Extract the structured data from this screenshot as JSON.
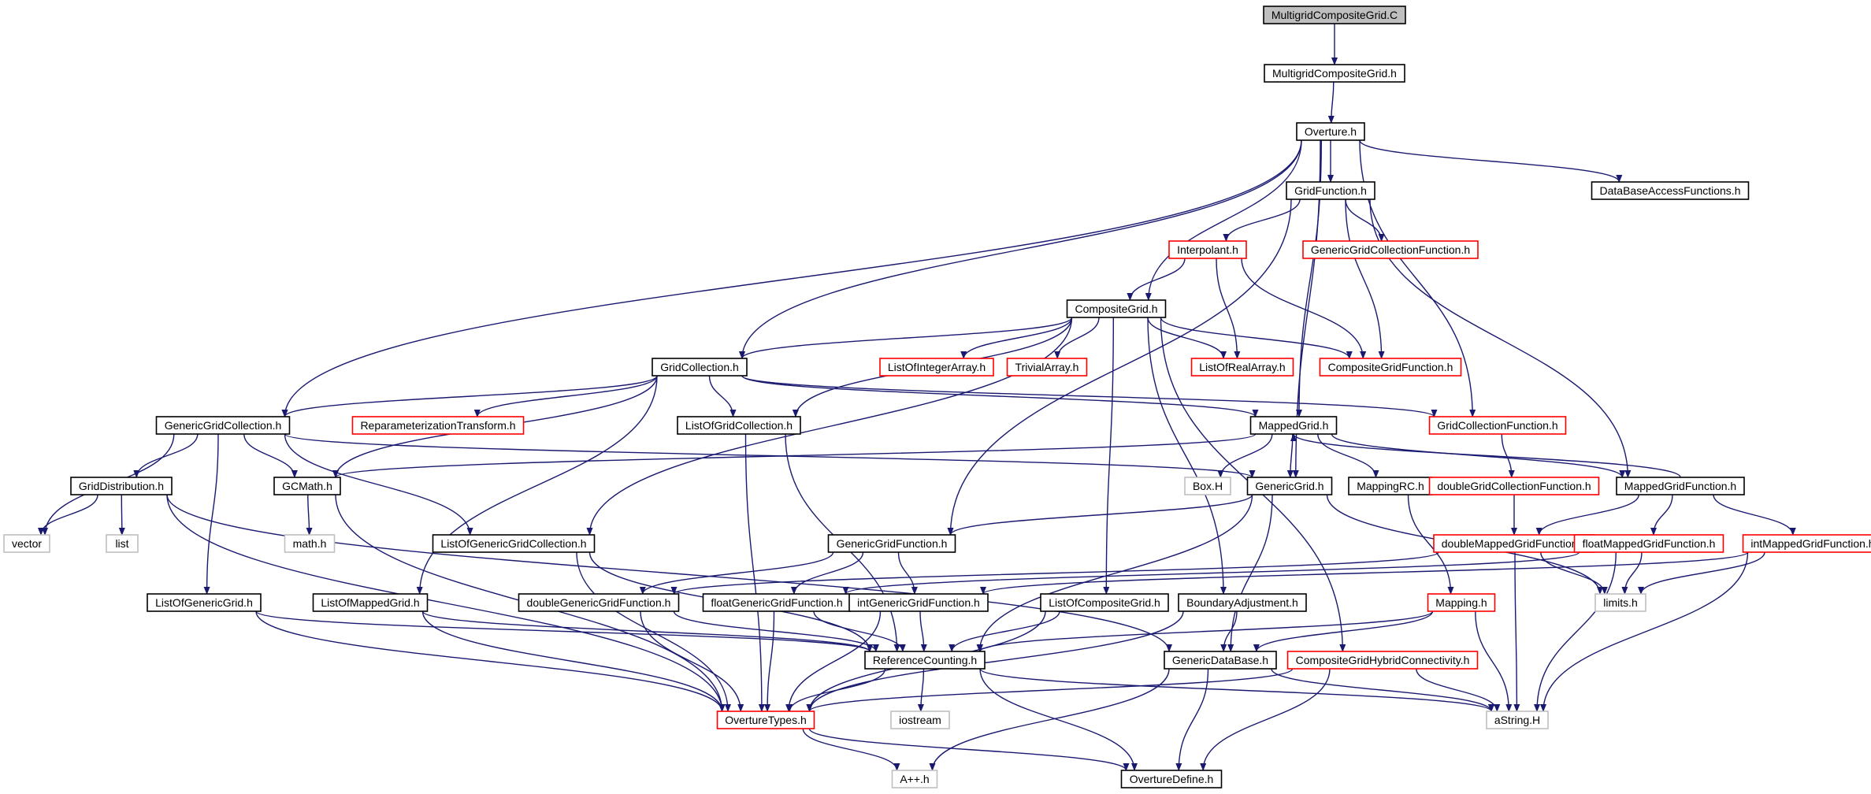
{
  "colors": {
    "edge": "#191970",
    "root_fill": "#bfbfbf",
    "normal_border": "#000000",
    "truncated_border": "#ff0000",
    "external_border": "#bfbfbf"
  },
  "nodes": [
    {
      "id": "mgc_C",
      "label": "MultigridCompositeGrid.C",
      "kind": "root"
    },
    {
      "id": "mgc_h",
      "label": "MultigridCompositeGrid.h",
      "kind": "normal"
    },
    {
      "id": "overture",
      "label": "Overture.h",
      "kind": "normal"
    },
    {
      "id": "gridfunc",
      "label": "GridFunction.h",
      "kind": "normal"
    },
    {
      "id": "dbaf",
      "label": "DataBaseAccessFunctions.h",
      "kind": "normal"
    },
    {
      "id": "interp",
      "label": "Interpolant.h",
      "kind": "truncated"
    },
    {
      "id": "ggcf",
      "label": "GenericGridCollectionFunction.h",
      "kind": "truncated"
    },
    {
      "id": "compgrid",
      "label": "CompositeGrid.h",
      "kind": "normal"
    },
    {
      "id": "gridcoll",
      "label": "GridCollection.h",
      "kind": "normal"
    },
    {
      "id": "loia",
      "label": "ListOfIntegerArray.h",
      "kind": "truncated"
    },
    {
      "id": "trivial",
      "label": "TrivialArray.h",
      "kind": "truncated"
    },
    {
      "id": "lora",
      "label": "ListOfRealArray.h",
      "kind": "truncated"
    },
    {
      "id": "cgf",
      "label": "CompositeGridFunction.h",
      "kind": "truncated"
    },
    {
      "id": "ggc",
      "label": "GenericGridCollection.h",
      "kind": "normal"
    },
    {
      "id": "reparam",
      "label": "ReparameterizationTransform.h",
      "kind": "truncated"
    },
    {
      "id": "logc",
      "label": "ListOfGridCollection.h",
      "kind": "normal"
    },
    {
      "id": "mappedgrid",
      "label": "MappedGrid.h",
      "kind": "normal"
    },
    {
      "id": "gcf",
      "label": "GridCollectionFunction.h",
      "kind": "truncated"
    },
    {
      "id": "griddist",
      "label": "GridDistribution.h",
      "kind": "normal"
    },
    {
      "id": "gcmath",
      "label": "GCMath.h",
      "kind": "normal"
    },
    {
      "id": "boxh",
      "label": "Box.H",
      "kind": "external"
    },
    {
      "id": "genericgrid",
      "label": "GenericGrid.h",
      "kind": "normal"
    },
    {
      "id": "mappingrc",
      "label": "MappingRC.h",
      "kind": "normal"
    },
    {
      "id": "dggcf",
      "label": "doubleGridCollectionFunction.h",
      "kind": "truncated"
    },
    {
      "id": "mgf",
      "label": "MappedGridFunction.h",
      "kind": "normal"
    },
    {
      "id": "vector",
      "label": "vector",
      "kind": "external"
    },
    {
      "id": "list",
      "label": "list",
      "kind": "external"
    },
    {
      "id": "mathh",
      "label": "math.h",
      "kind": "external"
    },
    {
      "id": "loggc",
      "label": "ListOfGenericGridCollection.h",
      "kind": "normal"
    },
    {
      "id": "ggf",
      "label": "GenericGridFunction.h",
      "kind": "normal"
    },
    {
      "id": "dmgf",
      "label": "doubleMappedGridFunction.h",
      "kind": "truncated"
    },
    {
      "id": "fmgf",
      "label": "floatMappedGridFunction.h",
      "kind": "truncated"
    },
    {
      "id": "imgf",
      "label": "intMappedGridFunction.h",
      "kind": "truncated"
    },
    {
      "id": "logg",
      "label": "ListOfGenericGrid.h",
      "kind": "normal"
    },
    {
      "id": "lomg",
      "label": "ListOfMappedGrid.h",
      "kind": "normal"
    },
    {
      "id": "dggf",
      "label": "doubleGenericGridFunction.h",
      "kind": "normal"
    },
    {
      "id": "fggf",
      "label": "floatGenericGridFunction.h",
      "kind": "normal"
    },
    {
      "id": "iggf",
      "label": "intGenericGridFunction.h",
      "kind": "normal"
    },
    {
      "id": "locg",
      "label": "ListOfCompositeGrid.h",
      "kind": "normal"
    },
    {
      "id": "badj",
      "label": "BoundaryAdjustment.h",
      "kind": "normal"
    },
    {
      "id": "mapping",
      "label": "Mapping.h",
      "kind": "truncated"
    },
    {
      "id": "limits",
      "label": "limits.h",
      "kind": "external"
    },
    {
      "id": "refcount",
      "label": "ReferenceCounting.h",
      "kind": "normal"
    },
    {
      "id": "gdb",
      "label": "GenericDataBase.h",
      "kind": "normal"
    },
    {
      "id": "cghc",
      "label": "CompositeGridHybridConnectivity.h",
      "kind": "truncated"
    },
    {
      "id": "ovtypes",
      "label": "OvertureTypes.h",
      "kind": "truncated"
    },
    {
      "id": "iostream",
      "label": "iostream",
      "kind": "external"
    },
    {
      "id": "astring",
      "label": "aString.H",
      "kind": "external"
    },
    {
      "id": "app",
      "label": "A++.h",
      "kind": "external"
    },
    {
      "id": "ovdefine",
      "label": "OvertureDefine.h",
      "kind": "normal"
    }
  ],
  "edges": [
    [
      "mgc_C",
      "mgc_h"
    ],
    [
      "mgc_h",
      "overture"
    ],
    [
      "overture",
      "gridfunc"
    ],
    [
      "overture",
      "dbaf"
    ],
    [
      "overture",
      "compgrid"
    ],
    [
      "overture",
      "gridcoll"
    ],
    [
      "overture",
      "ggc"
    ],
    [
      "overture",
      "mappedgrid"
    ],
    [
      "overture",
      "gcf"
    ],
    [
      "overture",
      "genericgrid"
    ],
    [
      "gridfunc",
      "interp"
    ],
    [
      "gridfunc",
      "ggcf"
    ],
    [
      "gridfunc",
      "cgf"
    ],
    [
      "gridfunc",
      "ggf"
    ],
    [
      "gridfunc",
      "mgf"
    ],
    [
      "interp",
      "compgrid"
    ],
    [
      "interp",
      "lora"
    ],
    [
      "interp",
      "cgf"
    ],
    [
      "compgrid",
      "gridcoll"
    ],
    [
      "compgrid",
      "loia"
    ],
    [
      "compgrid",
      "trivial"
    ],
    [
      "compgrid",
      "lora"
    ],
    [
      "compgrid",
      "cgf"
    ],
    [
      "compgrid",
      "logc"
    ],
    [
      "compgrid",
      "loggc"
    ],
    [
      "compgrid",
      "locg"
    ],
    [
      "compgrid",
      "badj"
    ],
    [
      "compgrid",
      "cghc"
    ],
    [
      "gridcoll",
      "ggc"
    ],
    [
      "gridcoll",
      "reparam"
    ],
    [
      "gridcoll",
      "logc"
    ],
    [
      "gridcoll",
      "mappedgrid"
    ],
    [
      "gridcoll",
      "gcf"
    ],
    [
      "gridcoll",
      "gcmath"
    ],
    [
      "gridcoll",
      "lomg"
    ],
    [
      "ggc",
      "griddist"
    ],
    [
      "ggc",
      "gcmath"
    ],
    [
      "ggc",
      "genericgrid"
    ],
    [
      "ggc",
      "vector"
    ],
    [
      "ggc",
      "logg"
    ],
    [
      "ggc",
      "loggc"
    ],
    [
      "logc",
      "ovtypes"
    ],
    [
      "logc",
      "refcount"
    ],
    [
      "mappedgrid",
      "boxh"
    ],
    [
      "mappedgrid",
      "genericgrid"
    ],
    [
      "mappedgrid",
      "mappingrc"
    ],
    [
      "mappedgrid",
      "mgf"
    ],
    [
      "mappedgrid",
      "gcmath"
    ],
    [
      "gcf",
      "dggcf"
    ],
    [
      "griddist",
      "vector"
    ],
    [
      "griddist",
      "list"
    ],
    [
      "griddist",
      "ovtypes"
    ],
    [
      "griddist",
      "gdb"
    ],
    [
      "gcmath",
      "mathh"
    ],
    [
      "gcmath",
      "ovtypes"
    ],
    [
      "genericgrid",
      "ggf"
    ],
    [
      "genericgrid",
      "refcount"
    ],
    [
      "genericgrid",
      "gdb"
    ],
    [
      "genericgrid",
      "limits"
    ],
    [
      "mappingrc",
      "mapping"
    ],
    [
      "dggcf",
      "dmgf"
    ],
    [
      "mgf",
      "mappedgrid"
    ],
    [
      "mgf",
      "dmgf"
    ],
    [
      "mgf",
      "fmgf"
    ],
    [
      "mgf",
      "imgf"
    ],
    [
      "loggc",
      "ovtypes"
    ],
    [
      "loggc",
      "refcount"
    ],
    [
      "ggf",
      "dggf"
    ],
    [
      "ggf",
      "fggf"
    ],
    [
      "ggf",
      "iggf"
    ],
    [
      "dmgf",
      "dggf"
    ],
    [
      "dmgf",
      "limits"
    ],
    [
      "dmgf",
      "astring"
    ],
    [
      "fmgf",
      "fggf"
    ],
    [
      "fmgf",
      "limits"
    ],
    [
      "fmgf",
      "astring"
    ],
    [
      "imgf",
      "iggf"
    ],
    [
      "imgf",
      "limits"
    ],
    [
      "imgf",
      "astring"
    ],
    [
      "logg",
      "ovtypes"
    ],
    [
      "logg",
      "refcount"
    ],
    [
      "lomg",
      "ovtypes"
    ],
    [
      "lomg",
      "refcount"
    ],
    [
      "dggf",
      "refcount"
    ],
    [
      "dggf",
      "ovtypes"
    ],
    [
      "fggf",
      "refcount"
    ],
    [
      "fggf",
      "ovtypes"
    ],
    [
      "iggf",
      "refcount"
    ],
    [
      "iggf",
      "ovtypes"
    ],
    [
      "locg",
      "refcount"
    ],
    [
      "locg",
      "ovtypes"
    ],
    [
      "badj",
      "gdb"
    ],
    [
      "badj",
      "ovtypes"
    ],
    [
      "mapping",
      "refcount"
    ],
    [
      "mapping",
      "gdb"
    ],
    [
      "mapping",
      "astring"
    ],
    [
      "refcount",
      "ovtypes"
    ],
    [
      "refcount",
      "iostream"
    ],
    [
      "refcount",
      "astring"
    ],
    [
      "refcount",
      "ovdefine"
    ],
    [
      "gdb",
      "app"
    ],
    [
      "gdb",
      "ovdefine"
    ],
    [
      "gdb",
      "astring"
    ],
    [
      "cghc",
      "ovtypes"
    ],
    [
      "cghc",
      "astring"
    ],
    [
      "cghc",
      "ovdefine"
    ],
    [
      "ovtypes",
      "app"
    ],
    [
      "ovtypes",
      "ovdefine"
    ]
  ]
}
